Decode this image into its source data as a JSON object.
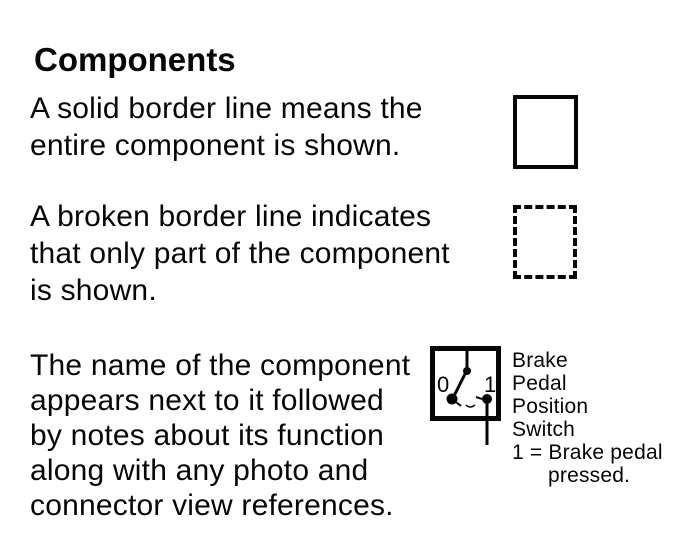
{
  "title": "Components",
  "paragraphs": {
    "solid": {
      "lines": [
        "A solid border line means the",
        "entire component is shown."
      ]
    },
    "broken": {
      "lines": [
        "A broken border line indicates",
        "that only part of the component",
        "is shown."
      ]
    },
    "name": {
      "lines": [
        "The name of the component",
        "appears next to it followed",
        "by notes about its function",
        "along with any photo and",
        "connector view references."
      ]
    }
  },
  "example": {
    "switch_labels": {
      "off": "0",
      "on": "1"
    },
    "caption_lines": [
      "Brake",
      "Pedal",
      "Position",
      "Switch",
      "1 = Brake pedal",
      "pressed."
    ]
  },
  "colors": {
    "background": "#ffffff",
    "ink": "#060606"
  }
}
